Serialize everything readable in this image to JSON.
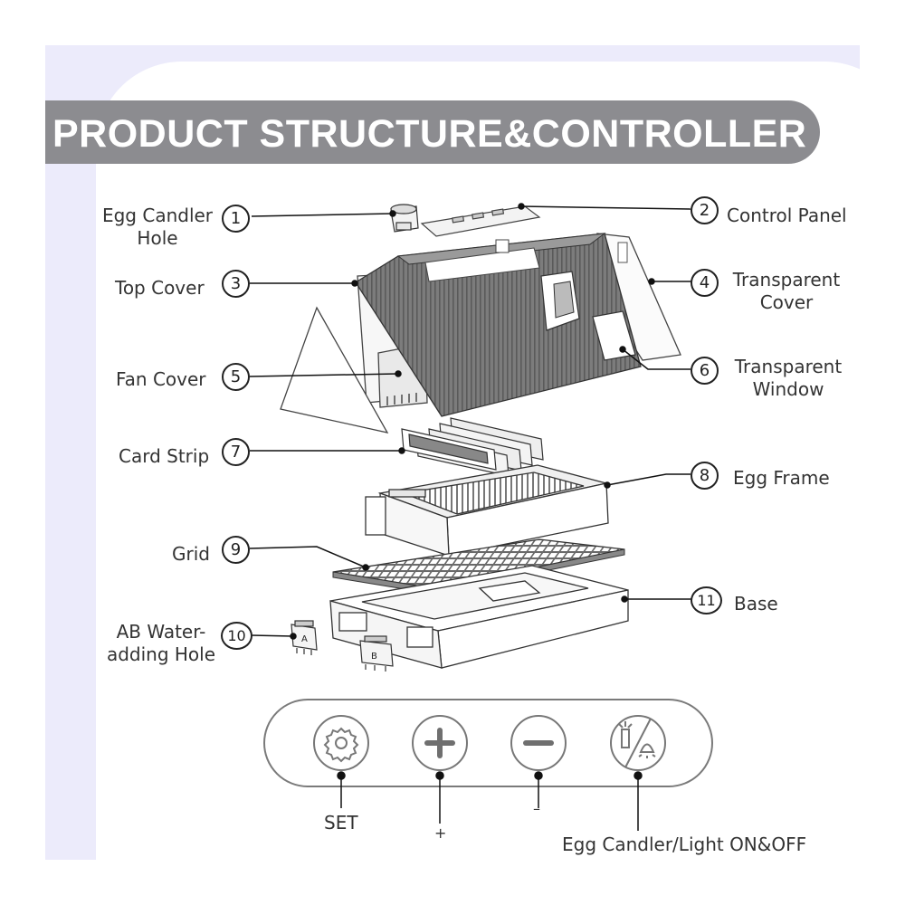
{
  "header": {
    "title": "PRODUCT STRUCTURE&CONTROLLER"
  },
  "parts": [
    {
      "num": "1",
      "lines": [
        "Egg Candler",
        "Hole"
      ]
    },
    {
      "num": "2",
      "lines": [
        "Control Panel"
      ]
    },
    {
      "num": "3",
      "lines": [
        "Top Cover"
      ]
    },
    {
      "num": "4",
      "lines": [
        "Transparent",
        "Cover"
      ]
    },
    {
      "num": "5",
      "lines": [
        "Fan Cover"
      ]
    },
    {
      "num": "6",
      "lines": [
        "Transparent",
        "Window"
      ]
    },
    {
      "num": "7",
      "lines": [
        "Card Strip"
      ]
    },
    {
      "num": "8",
      "lines": [
        "Egg Frame"
      ]
    },
    {
      "num": "9",
      "lines": [
        "Grid"
      ]
    },
    {
      "num": "10",
      "lines": [
        "AB Water-",
        "adding Hole"
      ]
    },
    {
      "num": "11",
      "lines": [
        "Base"
      ]
    }
  ],
  "water_holes": {
    "a": "A",
    "b": "B"
  },
  "controller": {
    "set_label": "SET",
    "plus_label": "+",
    "minus_label": "–",
    "light_label": "Egg Candler/Light ON&OFF",
    "icons": [
      "gear-icon",
      "plus-icon",
      "minus-icon",
      "candler-light-icon"
    ]
  }
}
